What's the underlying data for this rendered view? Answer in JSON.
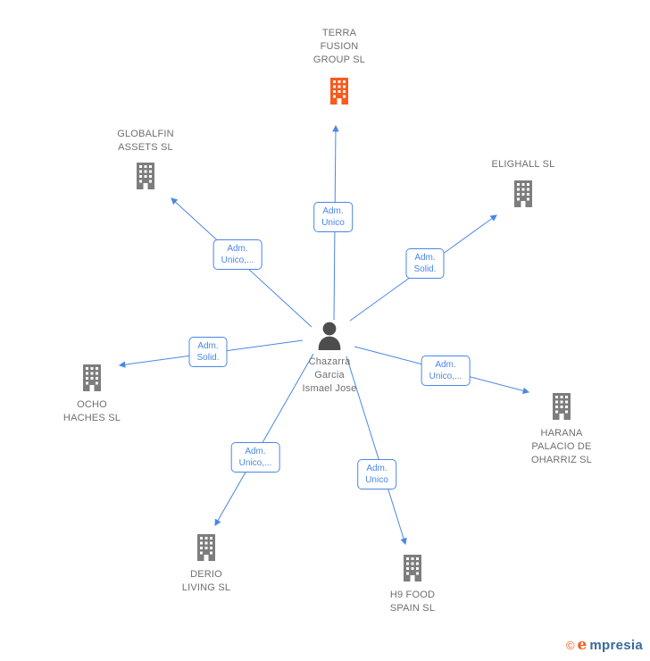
{
  "center": {
    "label": "Chazarra\nGarcia\nIsmael Jose"
  },
  "nodes": {
    "terra": {
      "label": "TERRA\nFUSION\nGROUP SL"
    },
    "globalfin": {
      "label": "GLOBALFIN\nASSETS SL"
    },
    "elighall": {
      "label": "ELIGHALL SL"
    },
    "ocho": {
      "label": "OCHO\nHACHES SL"
    },
    "harana": {
      "label": "HARANA\nPALACIO DE\nOHARRIZ SL"
    },
    "derio": {
      "label": "DERIO\nLIVING SL"
    },
    "h9": {
      "label": "H9 FOOD\nSPAIN SL"
    }
  },
  "edges": {
    "terra": {
      "label": "Adm.\nUnico"
    },
    "globalfin": {
      "label": "Adm.\nUnico,..."
    },
    "elighall": {
      "label": "Adm.\nSolid."
    },
    "ocho": {
      "label": "Adm.\nSolid."
    },
    "harana": {
      "label": "Adm.\nUnico,..."
    },
    "derio": {
      "label": "Adm.\nUnico,..."
    },
    "h9": {
      "label": "Adm.\nUnico"
    }
  },
  "colors": {
    "edge_blue": "#4a86e8",
    "building_gray": "#7d7d7d",
    "highlight_orange": "#f75b1e",
    "label_gray": "#6f6f6f",
    "brand_blue": "#36699e"
  },
  "footer": {
    "copyright": "©",
    "brand_first": "e",
    "brand_rest": "mpresia"
  }
}
